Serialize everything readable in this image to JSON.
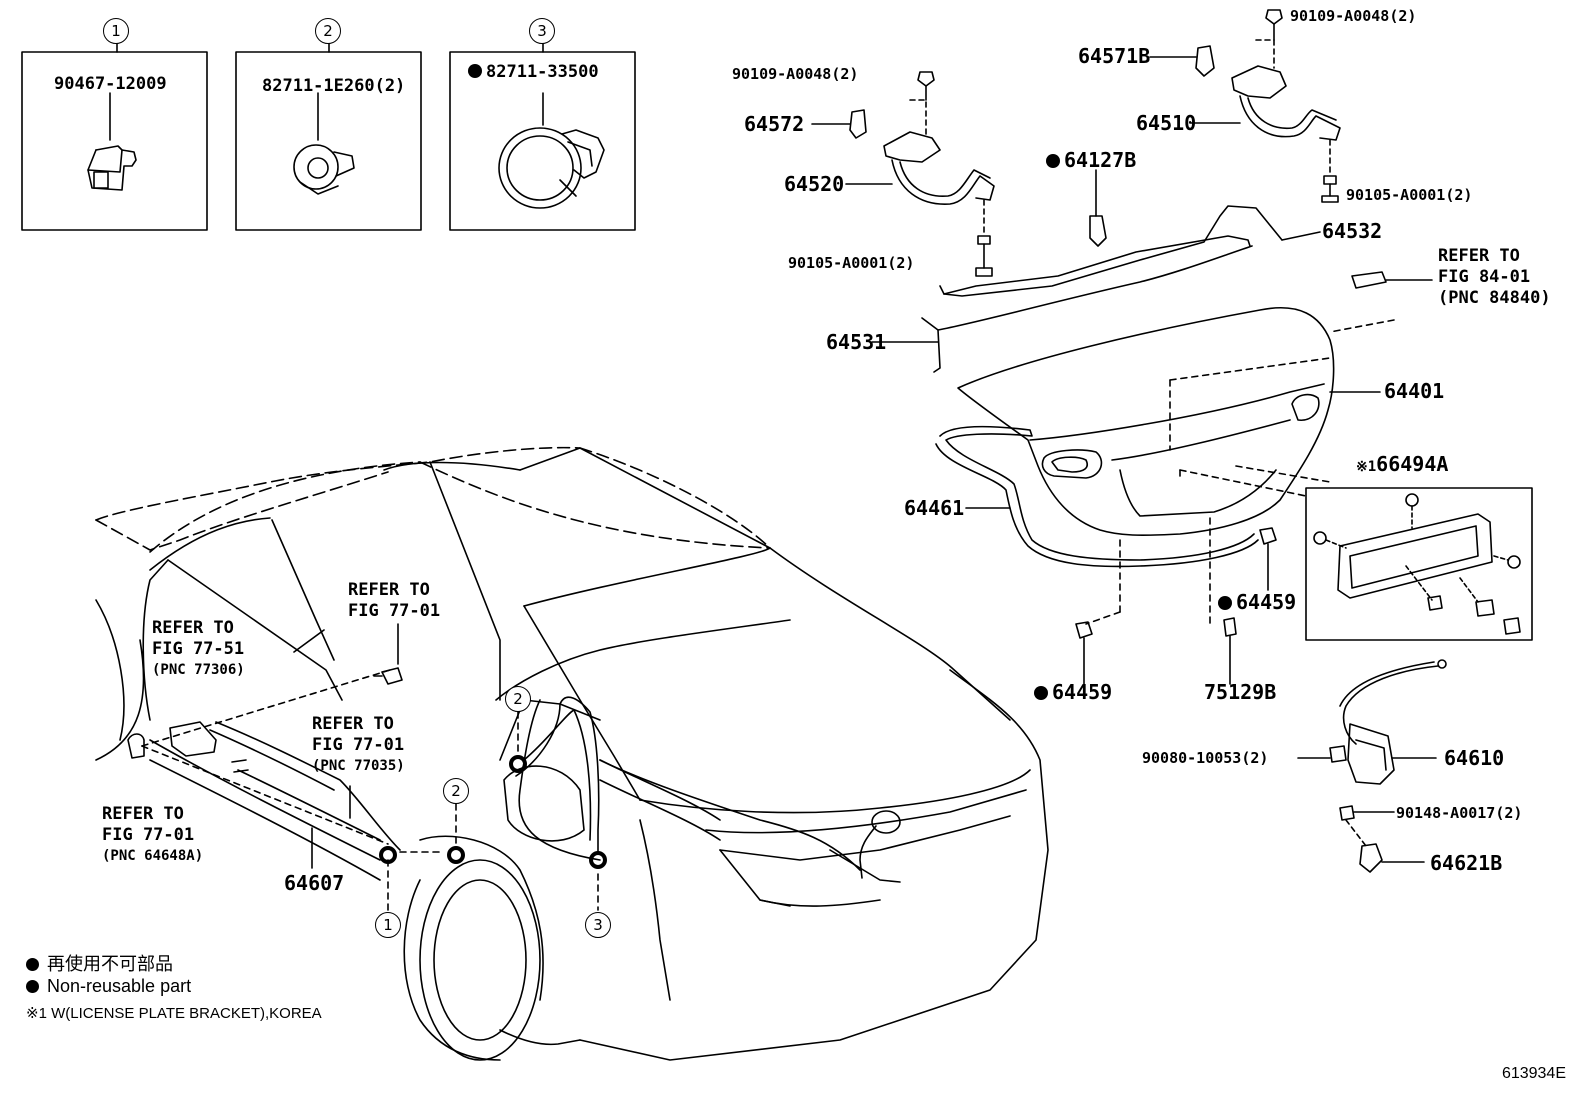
{
  "callouts": {
    "c1": "1",
    "c2": "2",
    "c3": "3"
  },
  "inset_boxes": [
    {
      "number": "1",
      "part": "90467-12009"
    },
    {
      "number": "2",
      "part": "82711-1E260(2)"
    },
    {
      "number": "3",
      "part": "82711-33500",
      "non_reusable": true
    }
  ],
  "parts": {
    "p90109_left": "90109-A0048(2)",
    "p90109_right": "90109-A0048(2)",
    "p64571B": "64571B",
    "p64572": "64572",
    "p64510": "64510",
    "p64520": "64520",
    "p64127B": "64127B",
    "p90105_right": "90105-A0001(2)",
    "p64532": "64532",
    "p90105_left": "90105-A0001(2)",
    "p64531": "64531",
    "p64401": "64401",
    "p66494A": "66494A",
    "p66494A_prefix": "※1",
    "p64461": "64461",
    "p64459_a": "64459",
    "p64459_b": "64459",
    "p75129B": "75129B",
    "p90080": "90080-10053(2)",
    "p64610": "64610",
    "p90148": "90148-A0017(2)",
    "p64621B": "64621B",
    "p64607": "64607"
  },
  "references": {
    "ref_84_01": {
      "line1": "REFER TO",
      "line2": "FIG 84-01",
      "line3": "(PNC 84840)"
    },
    "ref_77_01_a": {
      "line1": "REFER TO",
      "line2": "FIG 77-01"
    },
    "ref_77_51": {
      "line1": "REFER TO",
      "line2": "FIG 77-51",
      "line3": "(PNC 77306)"
    },
    "ref_77_01_b": {
      "line1": "REFER TO",
      "line2": "FIG 77-01",
      "line3": "(PNC 77035)"
    },
    "ref_77_01_c": {
      "line1": "REFER TO",
      "line2": "FIG 77-01",
      "line3": "(PNC 64648A)"
    }
  },
  "legend": {
    "jp": "再使用不可部品",
    "en": "Non-reusable part",
    "note": "※1 W(LICENSE PLATE BRACKET),KOREA"
  },
  "diagram_code": "613934E"
}
